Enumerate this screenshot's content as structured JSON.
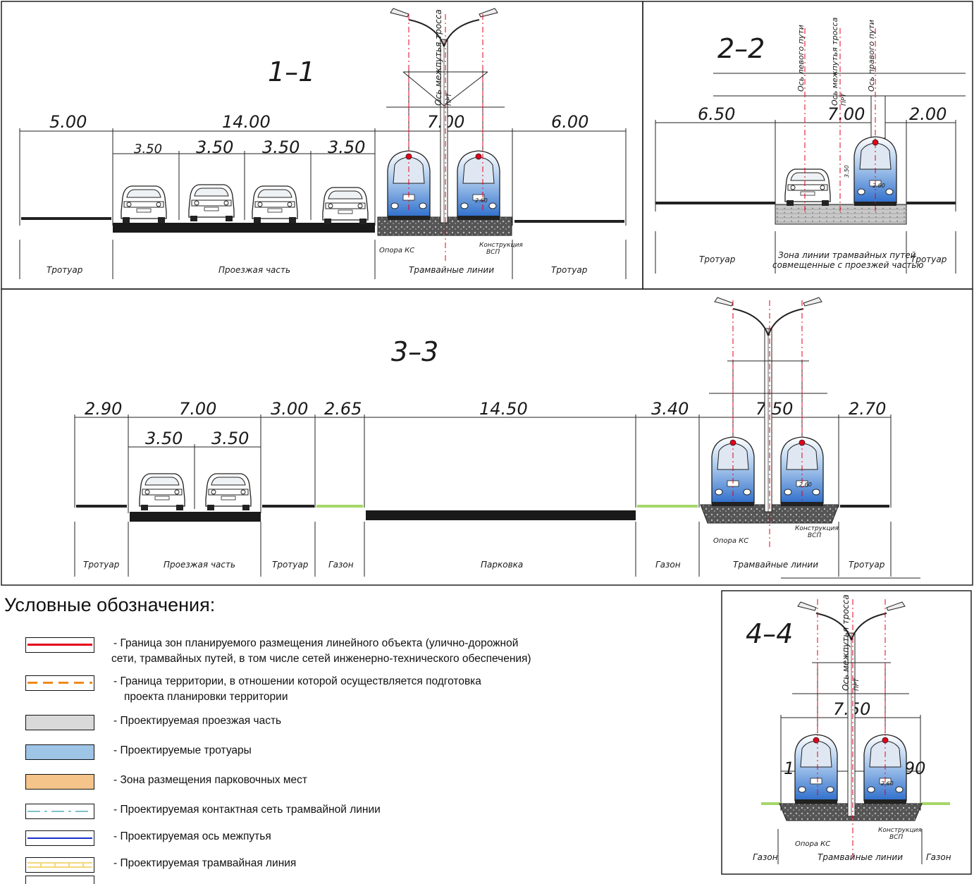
{
  "sections": {
    "s1": {
      "title": "1–1",
      "widths": [
        "5.00",
        "14.00",
        "7.00",
        "6.00"
      ],
      "lanes": [
        "3.50",
        "3.50",
        "3.50",
        "3.50"
      ],
      "tram_width": "2.60",
      "zones": [
        "Тротуар",
        "Проезжая часть",
        "Трамвайные линии",
        "Тротуар"
      ],
      "notes": {
        "support": "Опора КС",
        "construction_1": "Конструкция",
        "construction_2": "ВСП",
        "axis": "Ось межпутья тросса",
        "axis_b": "ПРТ"
      }
    },
    "s2": {
      "title": "2–2",
      "widths": [
        "6.50",
        "7.00",
        "2.00"
      ],
      "tram_width": "2.60",
      "height": "3.50",
      "zones": [
        "Тротуар",
        "Зона линии трамвайных путей",
        "совмещенные с проезжей частью",
        "Тротуар"
      ],
      "notes": {
        "left_track": "Ось левого пути",
        "axis": "Ось межпутья тросса",
        "axis_b": "ПРТ",
        "right_track": "Ось правого пути"
      }
    },
    "s3": {
      "title": "3–3",
      "widths": [
        "2.90",
        "7.00",
        "3.00",
        "2.65",
        "14.50",
        "3.40",
        "7.50",
        "2.70"
      ],
      "lanes": [
        "3.50",
        "3.50"
      ],
      "tram_width": "2.60",
      "zones": [
        "Тротуар",
        "Проезжая часть",
        "Тротуар",
        "Газон",
        "Парковка",
        "Газон",
        "Трамвайные линии",
        "Тротуар"
      ],
      "notes": {
        "support": "Опора КС",
        "construction_1": "Конструкция",
        "construction_2": "ВСП"
      }
    },
    "s4": {
      "title": "4–4",
      "widths": [
        "7.50"
      ],
      "side_widths": [
        "1.90",
        "1.90"
      ],
      "tram_width": "2.60",
      "zones": [
        "Газон",
        "Трамвайные линии",
        "Газон"
      ],
      "notes": {
        "support": "Опора КС",
        "construction_1": "Конструкция",
        "construction_2": "ВСП",
        "axis": "Ось межпутья тросса",
        "axis_b": "ПРТ"
      }
    }
  },
  "legend": {
    "title": "Условные обозначения:",
    "items": [
      {
        "icon": "red-solid-line",
        "text1": "- Граница зон планируемого размещения линейного объекта (улично-дорожной",
        "text2": "сети, трамвайных путей, в том числе сетей инженерно-технического обеспечения)"
      },
      {
        "icon": "orange-dashed-line",
        "text1": "- Граница территории, в отношении которой осуществляется подготовка",
        "text2": "проекта планировки территории"
      },
      {
        "icon": "grey-fill",
        "text1": "- Проектируемая проезжая часть"
      },
      {
        "icon": "blue-fill",
        "text1": "- Проектируемые тротуары"
      },
      {
        "icon": "orange-fill",
        "text1": "- Зона размещения парковочных мест"
      },
      {
        "icon": "teal-dashdot-line",
        "text1": "- Проектируемая контактная сеть трамвайной линии"
      },
      {
        "icon": "blue-solid-line",
        "text1": "- Проектируемая ось межпутья"
      },
      {
        "icon": "yellow-rail-line",
        "text1": "- Проектируемая трамвайная линия"
      }
    ]
  },
  "colors": {
    "red": "#e3001b",
    "orange": "#f08a1c",
    "grey": "#d9d9d9",
    "blue": "#9ec4e6",
    "parking": "#f5c48a",
    "teal": "#7fc3c8",
    "axis_blue": "#1a2fc8",
    "tram_yellow": "#f3d77a",
    "tram_body": "#3d7fd1",
    "lawn": "#a6d66a"
  }
}
